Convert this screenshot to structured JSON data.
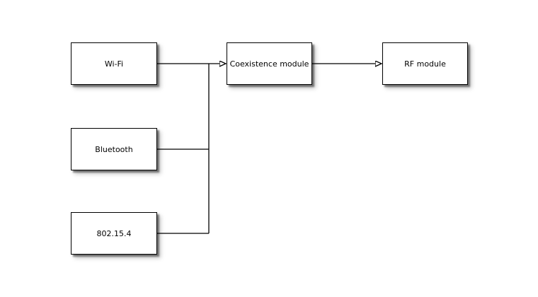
{
  "diagram": {
    "background_color": "#ffffff",
    "line_color": "#000000",
    "box_fill_color": "#ffffff",
    "box_border_color": "#000000",
    "text_color": "#000000",
    "nodes": [
      {
        "id": "wifi",
        "label": "Wi-Fi"
      },
      {
        "id": "bluetooth",
        "label": "Bluetooth"
      },
      {
        "id": "zigbee",
        "label": "802.15.4"
      },
      {
        "id": "coexistence",
        "label": "Coexistence module"
      },
      {
        "id": "rf",
        "label": "RF module"
      }
    ],
    "edges": [
      {
        "from": "wifi",
        "to": "coexistence",
        "arrowhead": true
      },
      {
        "from": "bluetooth",
        "to": "coexistence",
        "arrowhead": true
      },
      {
        "from": "zigbee",
        "to": "coexistence",
        "arrowhead": true
      },
      {
        "from": "coexistence",
        "to": "rf",
        "arrowhead": true
      }
    ]
  }
}
